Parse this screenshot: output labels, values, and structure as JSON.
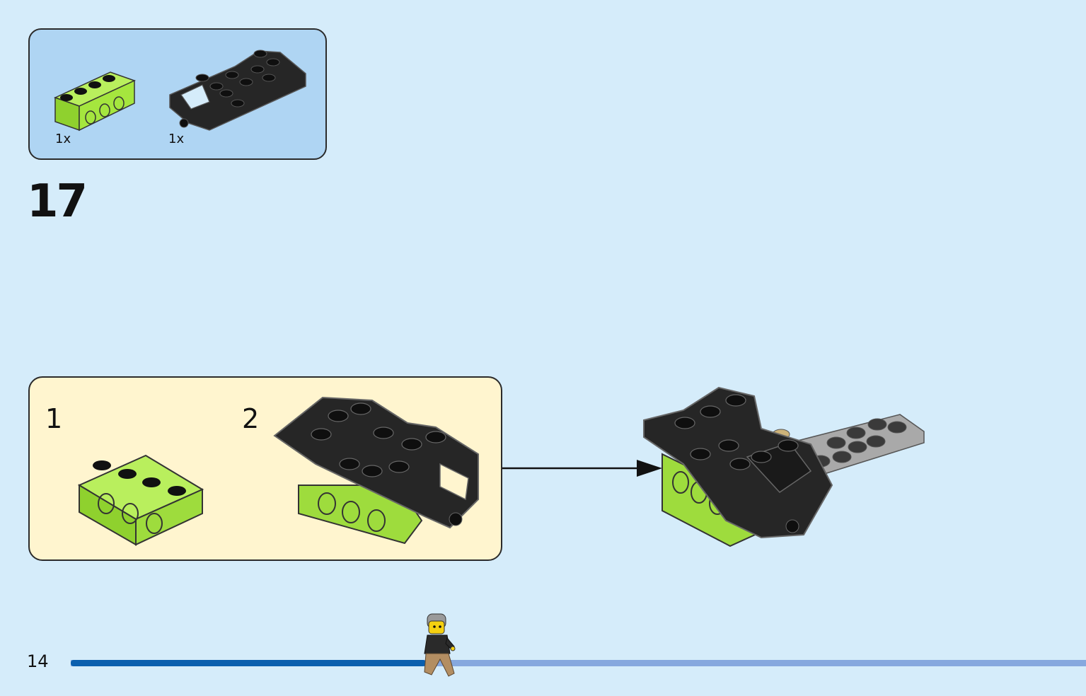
{
  "parts": {
    "items": [
      {
        "name": "lime-technic-brick-1x4",
        "qty": "1x",
        "color": "#9ee33f"
      },
      {
        "name": "black-cockpit-piece",
        "qty": "1x",
        "color": "#222222"
      }
    ]
  },
  "step": {
    "number": "17",
    "substeps": [
      "1",
      "2"
    ]
  },
  "page": {
    "number": "14",
    "progress": 0.35
  },
  "colors": {
    "background": "#d5ecfa",
    "parts_box": "#afd5f3",
    "substep_box": "#fff5cf",
    "lime": "#9ee33f",
    "black_piece": "#222222",
    "gray_plate": "#a9a9a9",
    "progress_done": "#0a5fae",
    "progress_todo": "#86a8de"
  }
}
